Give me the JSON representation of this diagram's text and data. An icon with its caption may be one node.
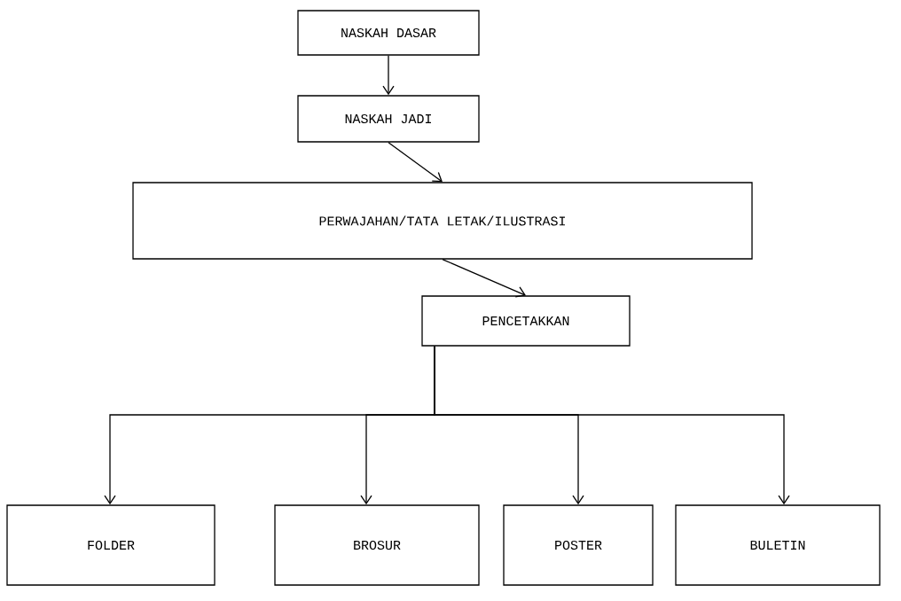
{
  "diagram": {
    "nodes": [
      {
        "text": [
          "NASKAH DASAR"
        ]
      },
      {
        "text": [
          "NASKAH JADI"
        ]
      },
      {
        "text": [
          "PERWAJAHAN/TATA LETAK/ILUSTRASI"
        ]
      },
      {
        "text": [
          "PENCETAKKAN"
        ]
      },
      {
        "text": [
          "FOLDER"
        ]
      },
      {
        "text": [
          "BROSUR"
        ]
      },
      {
        "text": [
          "POSTER"
        ]
      },
      {
        "text": [
          "BULETIN"
        ]
      }
    ],
    "edges": [
      {
        "from": 0,
        "to": 1,
        "arrow": "to"
      },
      {
        "from": 1,
        "to": 2,
        "arrow": "to"
      },
      {
        "from": 2,
        "to": 3,
        "arrow": "to"
      },
      {
        "from": 3,
        "to": 4,
        "arrow": "to"
      },
      {
        "from": 3,
        "to": 5,
        "arrow": "to"
      },
      {
        "from": 3,
        "to": 6,
        "arrow": "to"
      },
      {
        "from": 3,
        "to": 7,
        "arrow": "to"
      }
    ]
  }
}
